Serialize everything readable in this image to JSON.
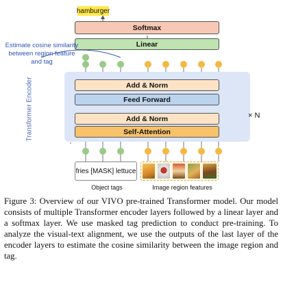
{
  "figure": {
    "output_tag": "hamburger",
    "softmax_label": "Softmax",
    "linear_label": "Linear",
    "cosine_note": "Estimate cosine similarity between region feature and tag",
    "encoder_label": "Transformer Encoder",
    "add_norm_top": "Add & Norm",
    "feed_forward": "Feed Forward",
    "add_norm_bottom": "Add & Norm",
    "self_attention": "Self-Attention",
    "repeat": "× N",
    "object_tags_text": "fries  [MASK] lettuce",
    "object_tags_label": "Object tags",
    "image_features_label": "Image region features",
    "colors": {
      "tag_token": "#9bc98a",
      "region_token": "#f4b942",
      "output_tag_bg": "#ffe84a",
      "softmax_bg": "#f7c8b4",
      "linear_bg": "#bfe3b1",
      "encoder_bg": "#dde6f6",
      "add_norm_bg": "#fde3c6",
      "feed_forward_bg": "#bcd3ee",
      "self_attention_bg": "#f8c26a",
      "note_color": "#2f55b8"
    }
  },
  "caption": "Figure 3: Overview of our VIVO pre-trained Transformer model. Our model consists of multiple Transformer encoder layers followed by a linear layer and a softmax layer. We use masked tag prediction to conduct pre-training. To analyze the visual-text alignment, we use the outputs of the last layer of the encoder layers to estimate the cosine similarity between the image region and tag."
}
